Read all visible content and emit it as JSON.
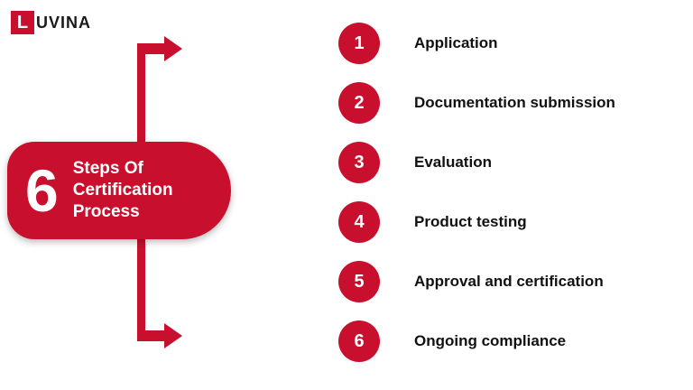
{
  "logo": {
    "letter": "L",
    "text": "UVINA"
  },
  "badge": {
    "number": "6",
    "title_lines": [
      "Steps Of",
      "Certification",
      "Process"
    ]
  },
  "steps": [
    {
      "number": "1",
      "label": "Application"
    },
    {
      "number": "2",
      "label": "Documentation submission"
    },
    {
      "number": "3",
      "label": "Evaluation"
    },
    {
      "number": "4",
      "label": "Product testing"
    },
    {
      "number": "5",
      "label": "Approval and certification"
    },
    {
      "number": "6",
      "label": "Ongoing compliance"
    }
  ],
  "colors": {
    "accent": "#C8102E",
    "text": "#111111"
  }
}
